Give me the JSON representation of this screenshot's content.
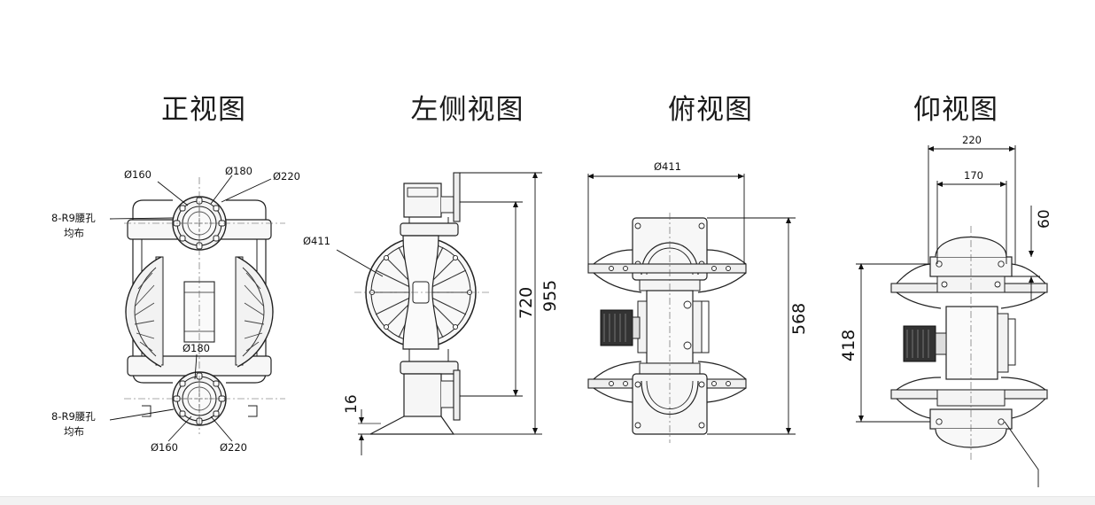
{
  "views": {
    "front": {
      "title": "正视图",
      "dim_top_inner": "Ø160",
      "dim_top_mid": "Ø180",
      "dim_top_outer": "Ø220",
      "dim_bottom_mid": "Ø180",
      "dim_bottom_inner": "Ø160",
      "dim_bottom_outer": "Ø220",
      "holes_top_line1": "8-R9腰孔",
      "holes_top_line2": "均布",
      "holes_bottom_line1": "8-R9腰孔",
      "holes_bottom_line2": "均布"
    },
    "left": {
      "title": "左侧视图",
      "dim_diameter": "Ø411",
      "dim_720": "720",
      "dim_955": "955",
      "dim_16": "16"
    },
    "top": {
      "title": "俯视图",
      "dim_width": "Ø411",
      "dim_height": "568"
    },
    "bottom": {
      "title": "仰视图",
      "dim_220": "220",
      "dim_170": "170",
      "dim_60": "60",
      "dim_418": "418"
    }
  }
}
